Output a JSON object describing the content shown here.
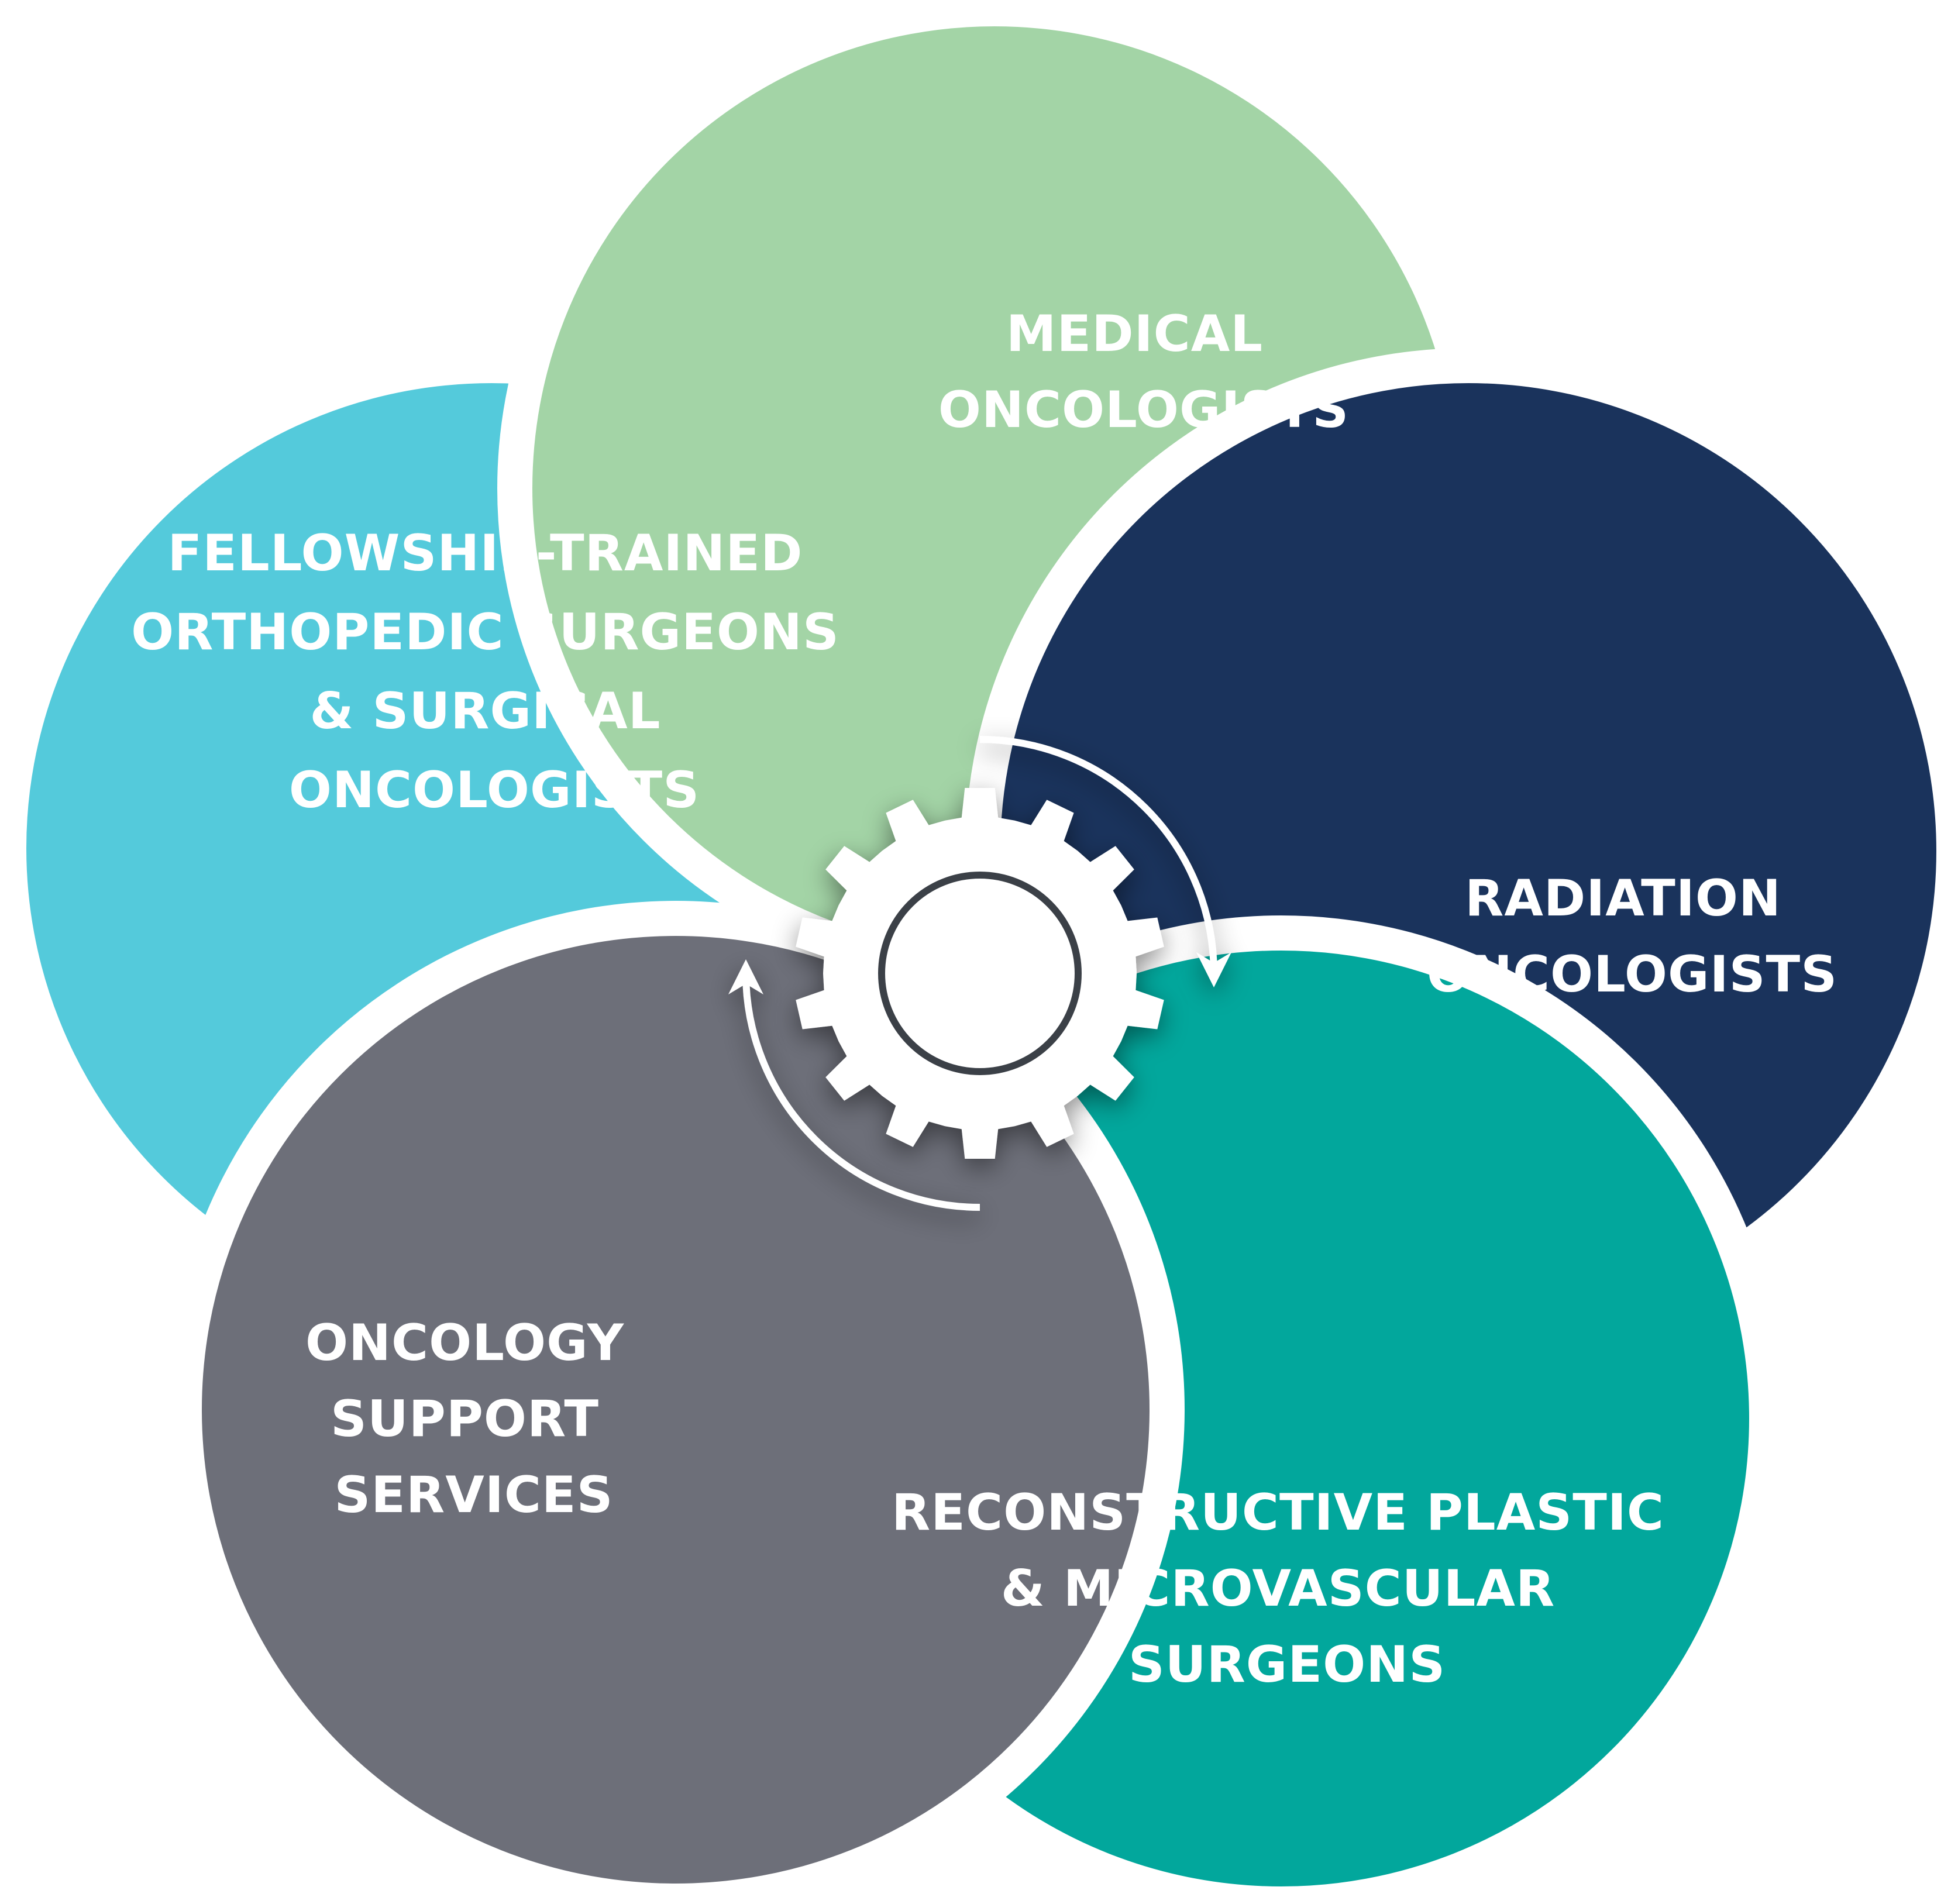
{
  "petals": [
    {
      "id": "medical",
      "label_lines": [
        "MEDICAL",
        "ONCOLOGISTS"
      ],
      "color": "#A3D4A6"
    },
    {
      "id": "radiation",
      "label_lines": [
        "RADIATION",
        "ONCOLOGISTS"
      ],
      "color": "#1A335C"
    },
    {
      "id": "reconstructive",
      "label_lines": [
        "RECONSTRUCTIVE PLASTIC",
        "& MICROVASCULAR",
        "SURGEONS"
      ],
      "color": "#02A79C"
    },
    {
      "id": "support",
      "label_lines": [
        "ONCOLOGY",
        "SUPPORT",
        "SERVICES"
      ],
      "color": "#6D6F79"
    },
    {
      "id": "orthopedic",
      "label_lines": [
        "FELLOWSHIP-TRAINED",
        "ORTHOPEDIC SURGEONS",
        "& SURGICAL",
        "ONCOLOGISTS"
      ],
      "color": "#54CADB"
    }
  ],
  "center": {
    "icon": "gear-icon",
    "arrows": "circular-arrows-icon"
  }
}
